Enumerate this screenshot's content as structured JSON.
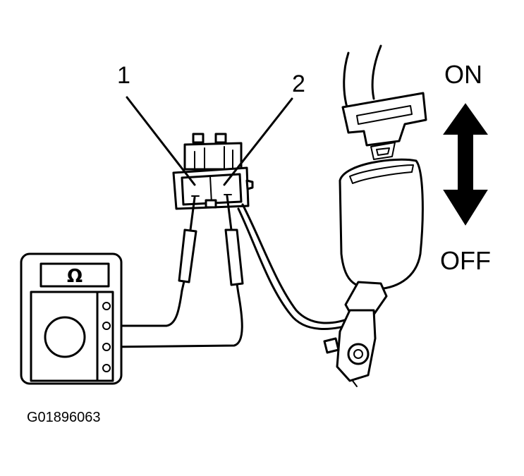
{
  "labels": {
    "terminal_1": "1",
    "terminal_2": "2",
    "on": "ON",
    "off": "OFF",
    "meter_symbol": "Ω",
    "figure_code": "G01896063"
  },
  "icons": {
    "meter": "ohmmeter-icon",
    "arrow": "double-arrow-icon",
    "buckle": "seatbelt-buckle-icon",
    "connector": "connector-icon"
  },
  "colors": {
    "ink": "#000000",
    "background": "#ffffff"
  }
}
